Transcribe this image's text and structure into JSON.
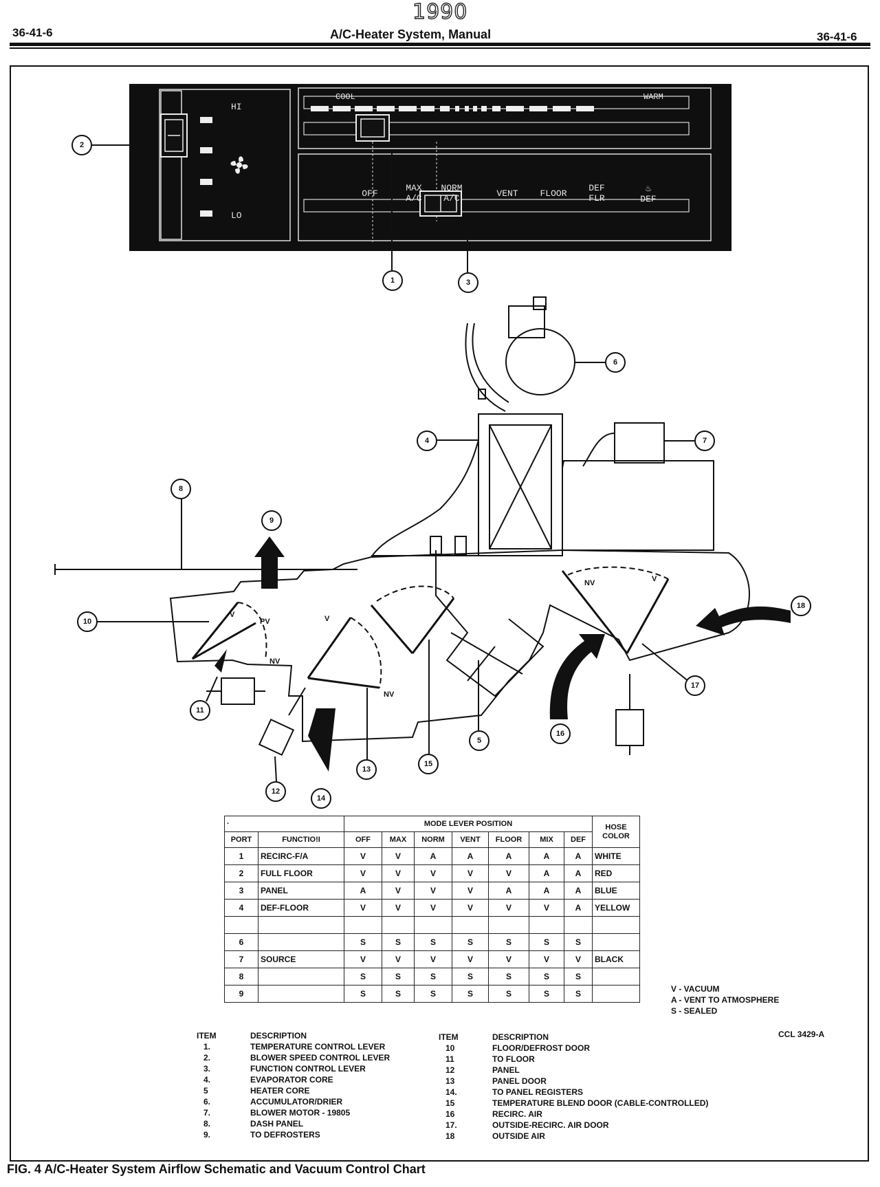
{
  "header": {
    "year_stamp": "1990",
    "page_left": "36-41-6",
    "title": "A/C-Heater System, Manual",
    "page_right": "36-41-6"
  },
  "control_panel": {
    "temp_cool": "COOL",
    "temp_warm": "WARM",
    "fan_hi": "HI",
    "fan_lo": "LO",
    "modes": [
      "OFF",
      "MAX A/C",
      "NORM A/C",
      "VENT",
      "FLOOR",
      "DEF FLR",
      "DEF"
    ]
  },
  "callouts": {
    "c1": "1",
    "c2": "2",
    "c3": "3",
    "c4": "4",
    "c5": "5",
    "c6": "6",
    "c7": "7",
    "c8": "8",
    "c9": "9",
    "c10": "10",
    "c11": "11",
    "c12": "12",
    "c13": "13",
    "c14": "14",
    "c15": "15",
    "c16": "16",
    "c17": "17",
    "c18": "18"
  },
  "door_labels": {
    "v": "V",
    "pv": "PV",
    "nv": "NV"
  },
  "vacuum_table": {
    "top_left": "·",
    "group_header": "MODE LEVER POSITION",
    "col_port": "PORT",
    "col_function": "FUNCTIO!I",
    "col_hose": "HOSE COLOR",
    "positions": [
      "OFF",
      "MAX",
      "NORM",
      "VENT",
      "FLOOR",
      "MIX",
      "DEF"
    ],
    "rows": [
      {
        "port": "1",
        "function": "RECIRC-F/A",
        "v": [
          "V",
          "V",
          "A",
          "A",
          "A",
          "A",
          "A"
        ],
        "hose": "WHITE"
      },
      {
        "port": "2",
        "function": "FULL FLOOR",
        "v": [
          "V",
          "V",
          "V",
          "V",
          "V",
          "A",
          "A"
        ],
        "hose": "RED"
      },
      {
        "port": "3",
        "function": "PANEL",
        "v": [
          "A",
          "V",
          "V",
          "V",
          "A",
          "A",
          "A"
        ],
        "hose": "BLUE"
      },
      {
        "port": "4",
        "function": "DEF-FLOOR",
        "v": [
          "V",
          "V",
          "V",
          "V",
          "V",
          "V",
          "A"
        ],
        "hose": "YELLOW"
      },
      {
        "port": "",
        "function": "",
        "v": [
          "",
          "",
          "",
          "",
          "",
          "",
          ""
        ],
        "hose": ""
      },
      {
        "port": "6",
        "function": "",
        "v": [
          "S",
          "S",
          "S",
          "S",
          "S",
          "S",
          "S"
        ],
        "hose": ""
      },
      {
        "port": "7",
        "function": "SOURCE",
        "v": [
          "V",
          "V",
          "V",
          "V",
          "V",
          "V",
          "V"
        ],
        "hose": "BLACK"
      },
      {
        "port": "8",
        "function": "",
        "v": [
          "S",
          "S",
          "S",
          "S",
          "S",
          "S",
          "S"
        ],
        "hose": ""
      },
      {
        "port": "9",
        "function": "",
        "v": [
          "S",
          "S",
          "S",
          "S",
          "S",
          "S",
          "S"
        ],
        "hose": ""
      }
    ]
  },
  "legend": {
    "v": "V - VACUUM",
    "a": "A - VENT TO ATMOSPHERE",
    "s": "S - SEALED"
  },
  "ref_code": "CCL 3429-A",
  "items_header": {
    "item": "ITEM",
    "description": "DESCRIPTION"
  },
  "items_left": [
    {
      "item": "1.",
      "desc": "TEMPERATURE CONTROL LEVER"
    },
    {
      "item": "2.",
      "desc": "BLOWER SPEED CONTROL LEVER"
    },
    {
      "item": "3.",
      "desc": "FUNCTION CONTROL LEVER"
    },
    {
      "item": "4.",
      "desc": "EVAPORATOR CORE"
    },
    {
      "item": "5",
      "desc": "HEATER CORE"
    },
    {
      "item": "6.",
      "desc": "ACCUMULATOR/DRIER"
    },
    {
      "item": "7.",
      "desc": "BLOWER MOTOR - 19805"
    },
    {
      "item": "8.",
      "desc": "DASH PANEL"
    },
    {
      "item": "9.",
      "desc": "TO DEFROSTERS"
    }
  ],
  "items_right": [
    {
      "item": "10",
      "desc": "FLOOR/DEFROST DOOR"
    },
    {
      "item": "11",
      "desc": "TO FLOOR"
    },
    {
      "item": "12",
      "desc": "PANEL"
    },
    {
      "item": "13",
      "desc": "PANEL DOOR"
    },
    {
      "item": "14.",
      "desc": "TO PANEL REGISTERS"
    },
    {
      "item": "15",
      "desc": "TEMPERATURE BLEND DOOR (CABLE-CONTROLLED)"
    },
    {
      "item": "16",
      "desc": "RECIRC. AIR"
    },
    {
      "item": "17.",
      "desc": "OUTSIDE-RECIRC. AIR DOOR"
    },
    {
      "item": "18",
      "desc": "OUTSIDE AIR"
    }
  ],
  "caption": "FIG. 4 A/C-Heater System Airflow Schematic and Vacuum Control Chart"
}
